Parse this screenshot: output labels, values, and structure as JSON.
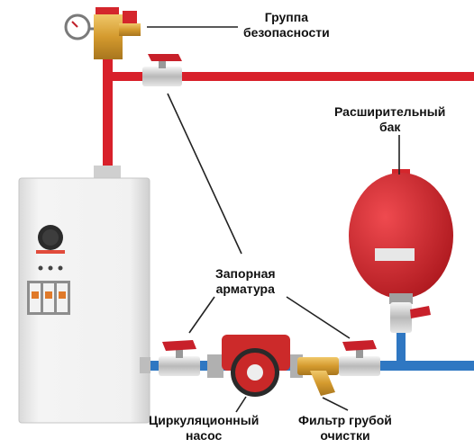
{
  "labels": {
    "safety_group": [
      "Группа",
      "безопасности"
    ],
    "expansion_tank": [
      "Расширительный",
      "бак"
    ],
    "shutoff_valves": [
      "Запорная",
      "арматура"
    ],
    "circulation_pump": [
      "Циркуляционный",
      "насос"
    ],
    "coarse_filter": [
      "Фильтр грубой",
      "очистки"
    ]
  },
  "colors": {
    "supply_pipe": "#d8202a",
    "return_pipe": "#2f77c2",
    "boiler_body": "#efefef",
    "brass": "#d8a23a",
    "valve_handle": "#c8202a",
    "tank": "#d4262c",
    "pump": "#cc2a2a"
  }
}
